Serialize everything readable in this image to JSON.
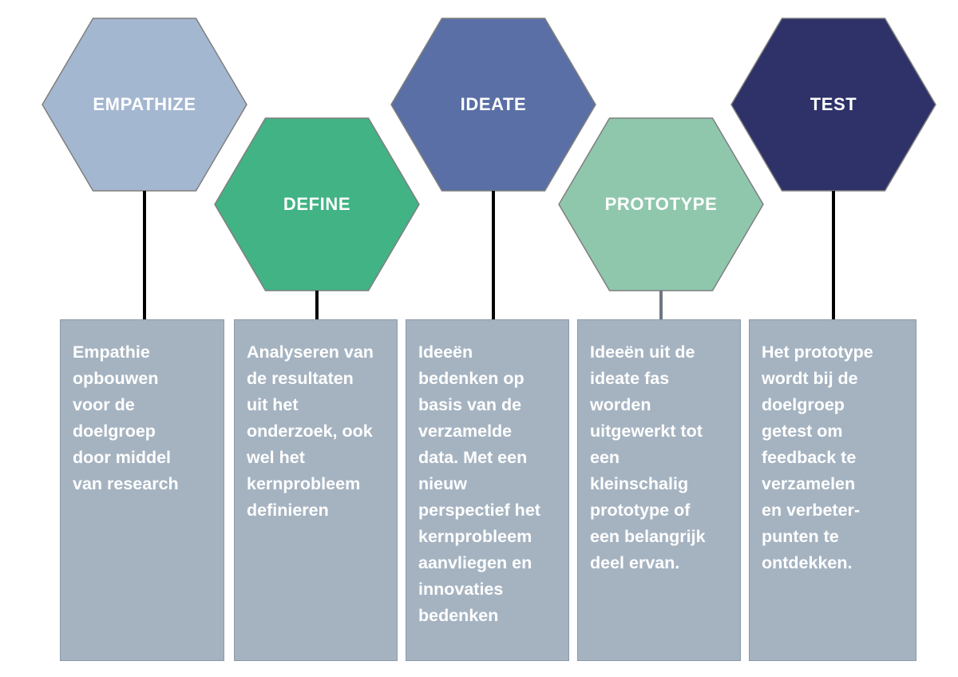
{
  "diagram": {
    "stages": [
      {
        "label": "EMPATHIZE",
        "hex_color": "#a4b7d0",
        "connector_color": "#000000",
        "description_lines": [
          "Empathie",
          "opbouwen",
          "voor de",
          "doelgroep",
          "door middel",
          "van research"
        ]
      },
      {
        "label": "DEFINE",
        "hex_color": "#41b384",
        "connector_color": "#000000",
        "description_lines": [
          "Analyseren van",
          "de resultaten",
          "uit het",
          "onderzoek, ook",
          "wel het",
          "kernprobleem",
          "definieren"
        ]
      },
      {
        "label": "IDEATE",
        "hex_color": "#5a6fa5",
        "connector_color": "#000000",
        "description_lines": [
          "Ideeën",
          "bedenken op",
          "basis van de",
          "verzamelde",
          "data. Met een",
          "nieuw",
          "perspectief het",
          "kernprobleem",
          "aanvliegen en",
          "innovaties",
          "bedenken"
        ]
      },
      {
        "label": "PROTOTYPE",
        "hex_color": "#8fc7ad",
        "connector_color": "#6f7782",
        "description_lines": [
          "Ideeën uit de",
          "ideate fas",
          "worden",
          "uitgewerkt tot",
          "een",
          "kleinschalig",
          "prototype of",
          "een belangrijk",
          "deel ervan."
        ]
      },
      {
        "label": "TEST",
        "hex_color": "#2e3268",
        "connector_color": "#000000",
        "description_lines": [
          "Het prototype",
          "wordt bij de",
          "doelgroep",
          "getest om",
          "feedback te",
          "verzamelen",
          "en verbeter-",
          "punten te",
          "ontdekken."
        ]
      }
    ],
    "colors": {
      "background": "#ffffff",
      "box_fill": "#a5b3c1",
      "box_border": "#8c9aa9",
      "hex_outline": "#7f7f7f",
      "text": "#ffffff"
    }
  }
}
